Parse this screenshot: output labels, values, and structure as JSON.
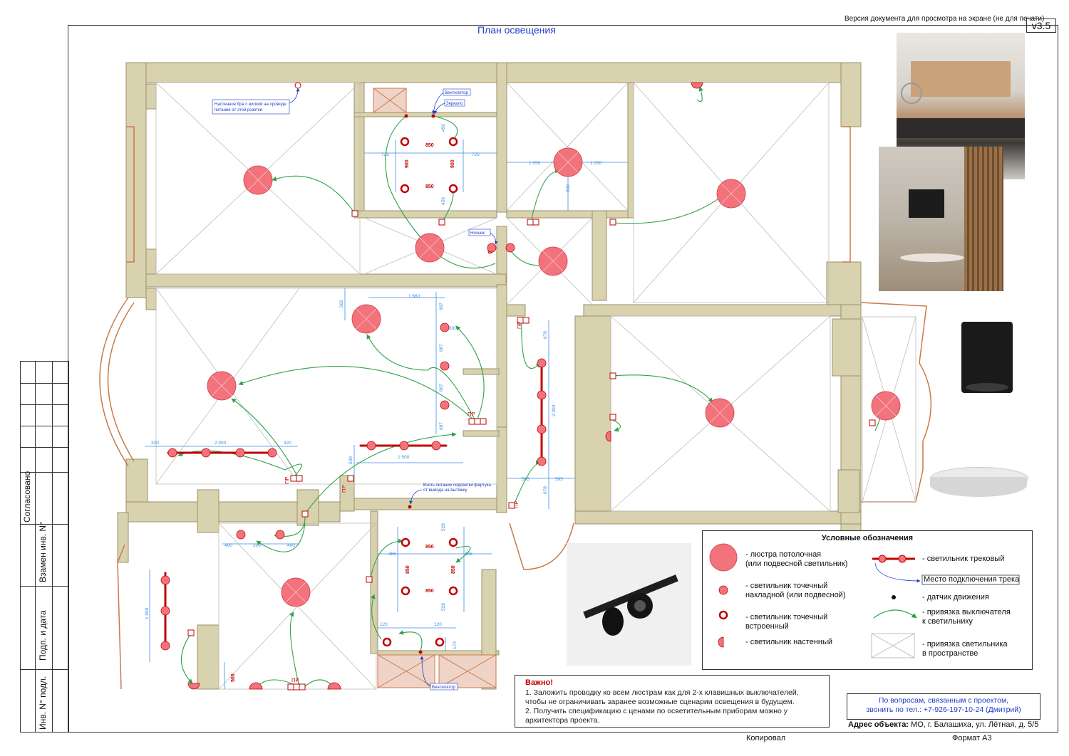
{
  "header": {
    "screen_note": "Версия документа для просмотра на экране (не для печати)",
    "version": "v3.5",
    "title": "План освещения"
  },
  "stamp": {
    "agreed": "Согласовано",
    "replace_inv": "Взамен инв. N°",
    "sign_date": "Подп. и дата",
    "inv_orig": "Инв. N° подл."
  },
  "plan": {
    "notes": {
      "sconce": "Настенное бра с вилкой на проводе питание от этой розетки",
      "fan_top": "Вентилятор",
      "mirror": "Зеркало",
      "night": "Ночник",
      "apron": "Взять питание подсветки фартука от вывода на вытяжку",
      "fan_bottom": "Вентилятор"
    },
    "dims": {
      "d725a": "725",
      "d725b": "725",
      "d850a": "850",
      "d850b": "850",
      "d900a": "900",
      "d900b": "900",
      "d450a": "450",
      "d450b": "450",
      "d1050a": "1 050",
      "d1050b": "1 050",
      "d900c": "900",
      "d1660": "1 660",
      "d560": "560",
      "d687a": "687",
      "d687b": "687",
      "d687c": "687",
      "d687d": "687",
      "d300": "300",
      "d320a": "320",
      "d2000a": "2 000",
      "d320b": "320",
      "d1500a": "1 500",
      "d500a": "500",
      "d678a": "678",
      "d2000b": "2 000",
      "d678b": "678",
      "d595a": "595",
      "d595b": "595",
      "d400a": "400",
      "d200": "200",
      "d400b": "400",
      "d465a": "465",
      "d465b": "465",
      "d528a": "528",
      "d528b": "528",
      "d850c": "850",
      "d850d": "850",
      "d850e": "850",
      "d850f": "850",
      "d120a": "120",
      "d120b": "120",
      "d170": "170",
      "d1500b": "1 500",
      "d500b": "500"
    },
    "pr_labels": [
      "ПР",
      "ПР",
      "ПР",
      "ПР",
      "ПР",
      "ПР"
    ]
  },
  "legend": {
    "title": "Условные обозначения",
    "chandelier": "- люстра потолочная\n(или подвесной светильник)",
    "surface_spot": "- светильник точечный\nнакладной (или подвесной)",
    "recessed_spot": "- светильник точечный\nвстроенный",
    "wall": "- светильник настенный",
    "track": "- светильник трековый",
    "track_conn": "Место подключения трека",
    "motion": "- датчик движения",
    "switch_link": "- привязка выключателя\nк светильнику",
    "space_link": "- привязка светильника\nв пространстве"
  },
  "important": {
    "heading": "Важно!",
    "line1": "1. Заложить проводку ко всем люстрам как для 2-х клавишных выключателей,",
    "line2": "чтобы не ограничивать заранее возможные сценарии освещения в будущем.",
    "line3": "2. Получить спецификацию с ценами по осветительным приборам можно у",
    "line4": "архитектора проекта."
  },
  "contact": {
    "line1": "По вопросам, связанным с проектом,",
    "line2": "звонить по тел.: +7-926-197-10-24 (Дмитрий)"
  },
  "address": {
    "label": "Адрес объекта:",
    "value": "МО, г. Балашиха, ул. Лётная, д. 5/5"
  },
  "footer": {
    "copied": "Копировал",
    "format": "Формат А3"
  },
  "colors": {
    "wall": "#d9d2ae",
    "light": "#f2737c",
    "light_dark": "#c00000",
    "wire": "#2fa14a",
    "dim": "#3c8ee6",
    "note": "#1e3cc8"
  }
}
